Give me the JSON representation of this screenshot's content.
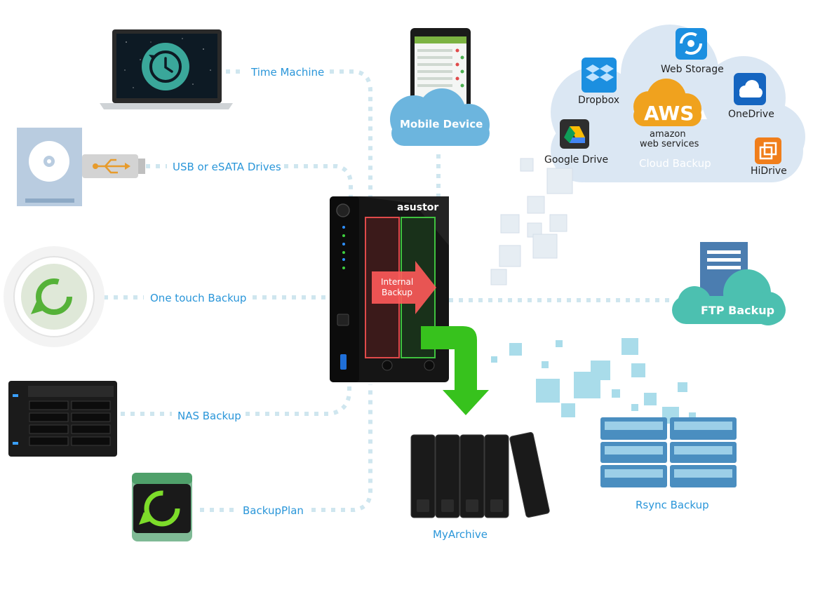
{
  "left_sources": [
    {
      "id": "time-machine",
      "label": "Time Machine",
      "icon": "time-machine-laptop-icon"
    },
    {
      "id": "usb-esata",
      "label": "USB or eSATA Drives",
      "icon": "usb-drive-icon"
    },
    {
      "id": "one-touch",
      "label": "One touch Backup",
      "icon": "one-touch-button-icon"
    },
    {
      "id": "nas-backup",
      "label": "NAS Backup",
      "icon": "nas-device-icon"
    },
    {
      "id": "backupplan",
      "label": "BackupPlan",
      "icon": "backupplan-icon"
    }
  ],
  "mobile": {
    "label": "Mobile Device",
    "icon": "smartphone-icon"
  },
  "cloud": {
    "title": "Cloud  Backup",
    "services": [
      {
        "label": "Dropbox",
        "icon": "dropbox-icon"
      },
      {
        "label": "Web Storage",
        "icon": "web-storage-icon"
      },
      {
        "label": "OneDrive",
        "icon": "onedrive-icon"
      },
      {
        "label": "Google Drive",
        "icon": "google-drive-icon"
      },
      {
        "label": "HiDrive",
        "icon": "hidrive-icon"
      }
    ],
    "aws": {
      "logo": "AWS",
      "line1": "amazon",
      "line2": "web services"
    }
  },
  "nas": {
    "brand": "asustor",
    "internal_label_1": "Internal",
    "internal_label_2": "Backup"
  },
  "ftp": {
    "label": "FTP Backup",
    "icon": "ftp-server-icon"
  },
  "rsync": {
    "label": "Rsync Backup",
    "icon": "rsync-server-icon"
  },
  "myarchive": {
    "label": "MyArchive",
    "icon": "myarchive-disk-icon"
  },
  "colors": {
    "label_blue": "#2a96d9",
    "cloud": "#dbe7f3",
    "dots": "#cfe6ef",
    "green": "#37c21d",
    "red": "#ff5a5a",
    "teal": "#4cc0b0"
  }
}
